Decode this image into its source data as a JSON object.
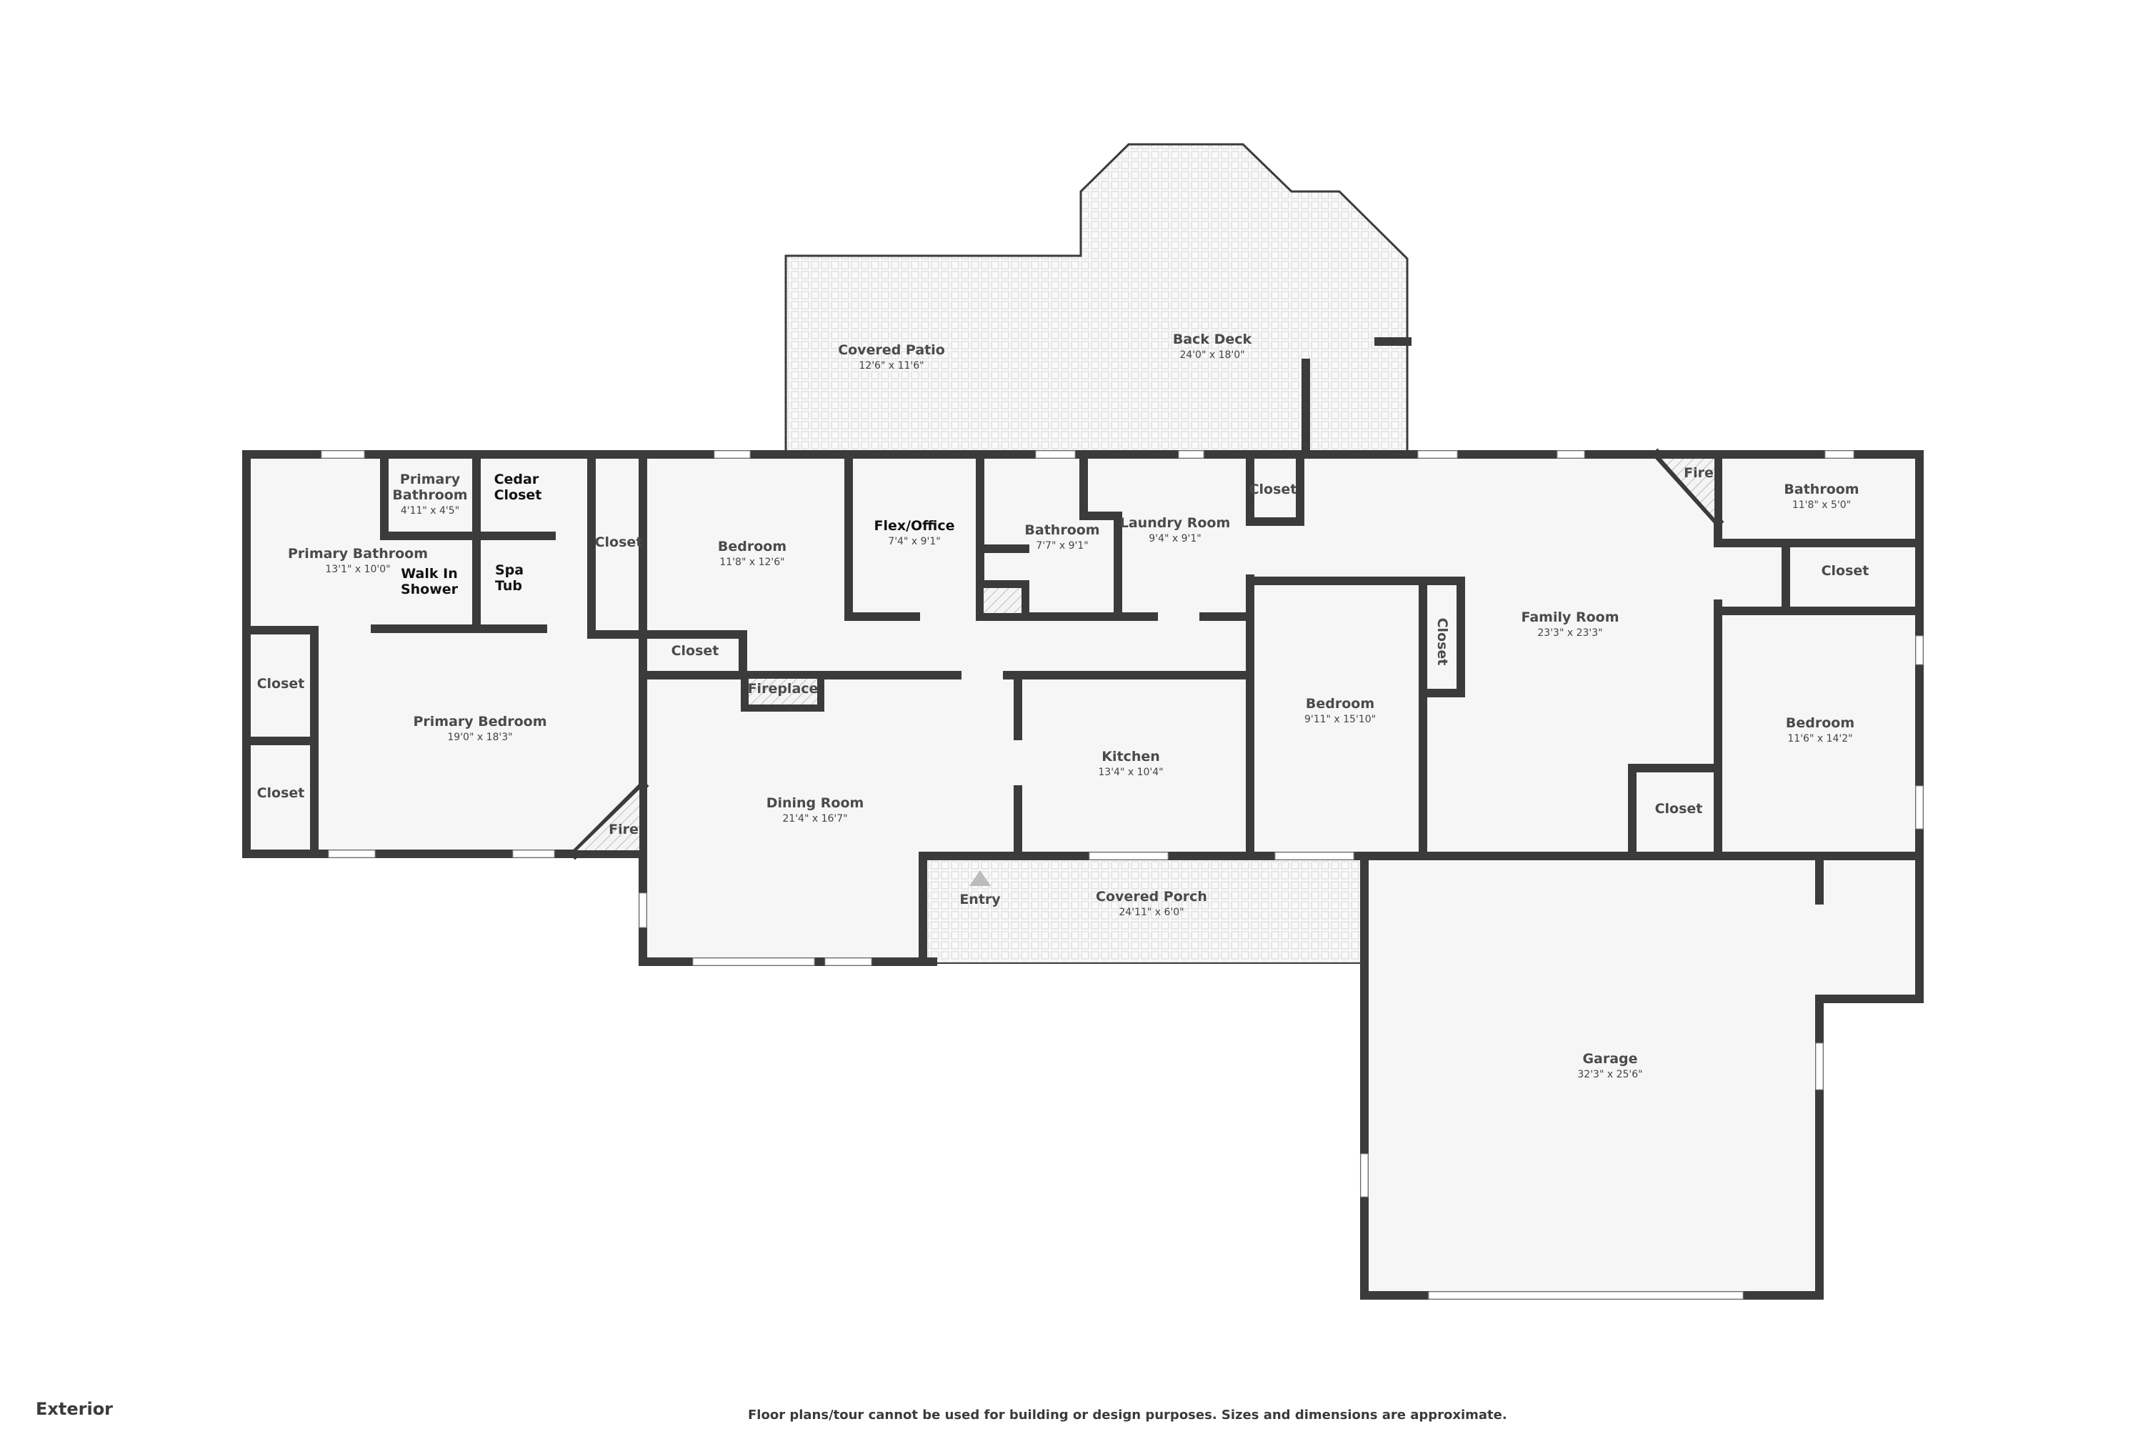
{
  "plan": {
    "floor_name": "Exterior",
    "disclaimer": "Floor plans/tour cannot be used for building or design purposes. Sizes and dimensions are approximate.",
    "colors": {
      "wall": "#3b3b3b",
      "floor": "#f6f6f6",
      "outdoor_tile": "#e6e6e6",
      "hatch": "#bdbdbd",
      "text": "#4a4a4a"
    }
  },
  "rooms": {
    "covered_patio": {
      "name": "Covered Patio",
      "dims": "12'6\" x 11'6\""
    },
    "back_deck": {
      "name": "Back Deck",
      "dims": "24'0\" x 18'0\""
    },
    "primary_bathroom_small": {
      "name_line1": "Primary",
      "name_line2": "Bathroom",
      "dims": "4'11\" x 4'5\""
    },
    "cedar_closet": {
      "name_line1": "Cedar",
      "name_line2": "Closet"
    },
    "primary_bathroom": {
      "name": "Primary Bathroom",
      "dims": "13'1\" x 10'0\""
    },
    "walk_in_shower": {
      "name_line1": "Walk In",
      "name_line2": "Shower"
    },
    "spa_tub": {
      "name_line1": "Spa",
      "name_line2": "Tub"
    },
    "closet_a": {
      "name": "Closet"
    },
    "bedroom_1": {
      "name": "Bedroom",
      "dims": "11'8\" x 12'6\""
    },
    "closet_b": {
      "name": "Closet"
    },
    "fireplace": {
      "name": "Fireplace"
    },
    "flex_office": {
      "name": "Flex/Office",
      "dims": "7'4\" x 9'1\""
    },
    "bathroom_1": {
      "name": "Bathroom",
      "dims": "7'7\" x 9'1\""
    },
    "laundry_room": {
      "name": "Laundry Room",
      "dims": "9'4\" x 9'1\""
    },
    "closet_c": {
      "name": "Closet"
    },
    "fire_top": {
      "name": "Fire"
    },
    "bathroom_2": {
      "name": "Bathroom",
      "dims": "11'8\" x 5'0\""
    },
    "closet_d": {
      "name": "Closet"
    },
    "family_room": {
      "name": "Family Room",
      "dims": "23'3\" x 23'3\""
    },
    "closet_e": {
      "name": "Closet"
    },
    "bedroom_2": {
      "name": "Bedroom",
      "dims": "9'11\" x 15'10\""
    },
    "bedroom_3": {
      "name": "Bedroom",
      "dims": "11'6\" x 14'2\""
    },
    "closet_f": {
      "name": "Closet"
    },
    "closet_g": {
      "name": "Closet"
    },
    "closet_h": {
      "name": "Closet"
    },
    "primary_bedroom": {
      "name": "Primary Bedroom",
      "dims": "19'0\" x 18'3\""
    },
    "fire_left": {
      "name": "Fire"
    },
    "dining_room": {
      "name": "Dining Room",
      "dims": "21'4\" x 16'7\""
    },
    "kitchen": {
      "name": "Kitchen",
      "dims": "13'4\" x 10'4\""
    },
    "entry": {
      "name": "Entry"
    },
    "covered_porch": {
      "name": "Covered Porch",
      "dims": "24'11\" x 6'0\""
    },
    "garage": {
      "name": "Garage",
      "dims": "32'3\" x 25'6\""
    }
  }
}
